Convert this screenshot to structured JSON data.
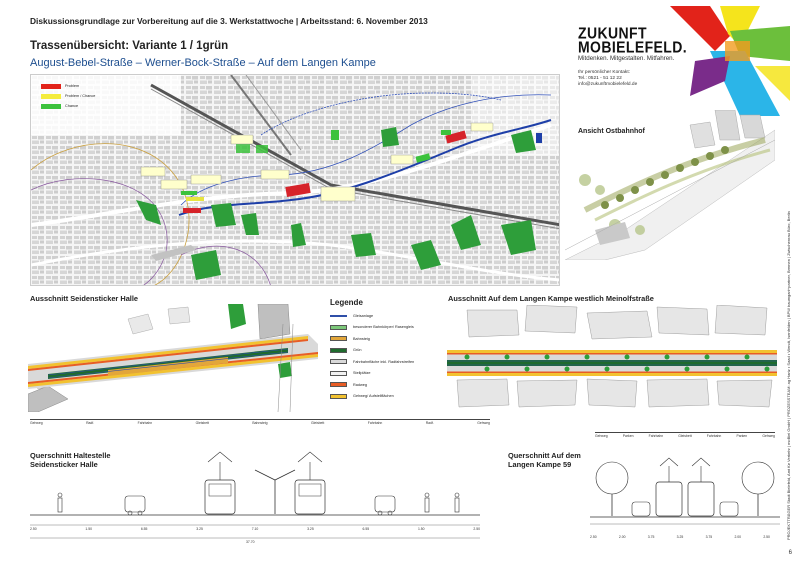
{
  "header": {
    "line": "Diskussionsgrundlage zur Vorbereitung auf die 3. Werkstattwoche  |  Arbeitsstand: 6. November 2013",
    "title": "Trassenübersicht: Variante 1 / 1grün",
    "subtitle": "August-Bebel-Straße – Werner-Bock-Straße – Auf dem Langen Kampe"
  },
  "brand": {
    "line1": "ZUKUNFT",
    "line2": "MOBIELEFELD.",
    "tagline": "Mitdenken. Mitgestalten. Mitfahren.",
    "contact_label": "Ihr persönlicher Kontakt:",
    "contact_phone": "Tel.: 0521 - 51 12 22",
    "contact_email": "info@zukunftmobielefeld.de",
    "colors": {
      "yellow": "#f5e41c",
      "green": "#6cbf3c",
      "red": "#e2231a",
      "blue": "#2bb5e8",
      "purple": "#7a2c8a"
    }
  },
  "map_legend": [
    {
      "label": "Problem",
      "color": "#e2231a"
    },
    {
      "label": "Problem / Chance",
      "color": "#f4ec3d"
    },
    {
      "label": "Chance",
      "color": "#3cc23c"
    }
  ],
  "sections": {
    "ostbahnhof": "Ansicht Ostbahnhof",
    "seidensticker": "Ausschnitt Seidensticker Halle",
    "legende": "Legende",
    "langen_kampe": "Ausschnitt Auf dem Langen Kampe westlich Meinolfstraße",
    "qs_halte_1": "Querschnitt Haltestelle",
    "qs_halte_2": "Seidensticker Halle",
    "qs_kampe_1": "Querschnitt Auf dem",
    "qs_kampe_2": "Langen Kampe 59"
  },
  "legend": [
    {
      "label": "Gleisanlage",
      "color": "#ffffff",
      "line": "#2f4fa8"
    },
    {
      "label": "besonderer Bahnkörper/ Rasengleis",
      "color": "#7cc87a"
    },
    {
      "label": "Bahnsteig",
      "color": "#e2a63a"
    },
    {
      "label": "Grün",
      "color": "#1f6b2e"
    },
    {
      "label": "Fahrbahnfläche inkl. Radfahrstreifen",
      "color": "#d9d9d9"
    },
    {
      "label": "Stellplätze",
      "color": "#f2f2f2"
    },
    {
      "label": "Radweg",
      "color": "#e85d25"
    },
    {
      "label": "Gehweg/ Aufstellflächen",
      "color": "#f2c230"
    }
  ],
  "dim_seidensticker": [
    "Gehweg",
    "Radf.",
    "Fahrbahn",
    "Gleisbett",
    "Bahnsteig",
    "Gleisbett",
    "Fahrbahn",
    "Radf.",
    "Gehweg"
  ],
  "dim_kampe": [
    "Gehweg",
    "Parken",
    "Fahrbahn",
    "Gleisbett",
    "Fahrbahn",
    "Parken",
    "Gehweg"
  ],
  "qs_numbers_1": [
    "2.50",
    "1.50",
    "6.55",
    "3.25",
    "7.10",
    "3.25",
    "6.55",
    "1.50",
    "2.50"
  ],
  "qs_total_1": "37.70",
  "qs_numbers_2": [
    "2.50",
    "2.00",
    "3.75",
    "3.25",
    "3.75",
    "2.00",
    "2.50"
  ],
  "side_text": "PROJEKTTRÄGER Stadt Bielefeld, Amt für Verkehr | moBiel GmbH  |  PROZESSTEAM: ag Hartz • Saad • Wendt, Isenfelden | BPW baumgart+partner, Bremen | Zwischenrau Büro, Berlin",
  "page": "6"
}
